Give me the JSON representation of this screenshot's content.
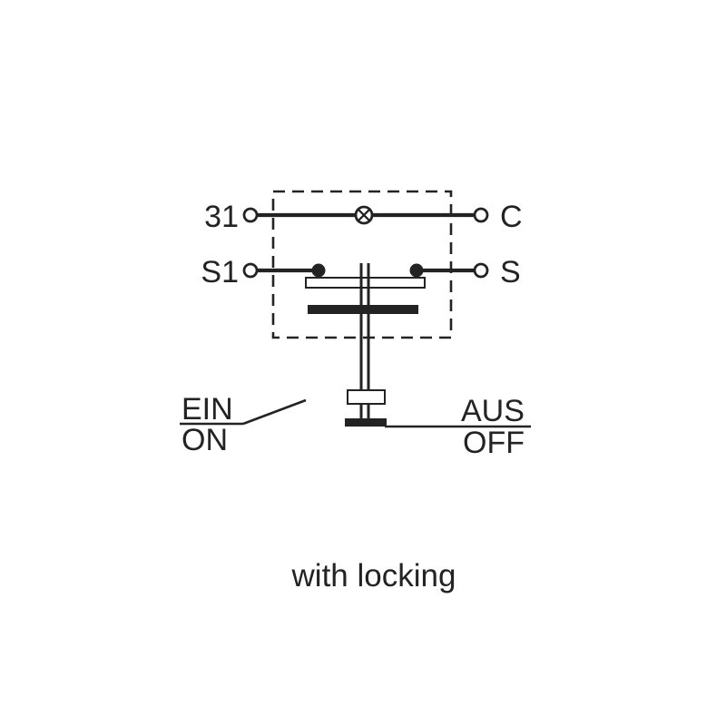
{
  "diagram": {
    "caption": "with locking",
    "terminal_31": "31",
    "terminal_c": "C",
    "terminal_s1": "S1",
    "terminal_s": "S",
    "state_on_de": "EIN",
    "state_on_en": "ON",
    "state_off_de": "AUS",
    "state_off_en": "OFF",
    "colors": {
      "line": "#232323",
      "background": "#ffffff"
    }
  }
}
